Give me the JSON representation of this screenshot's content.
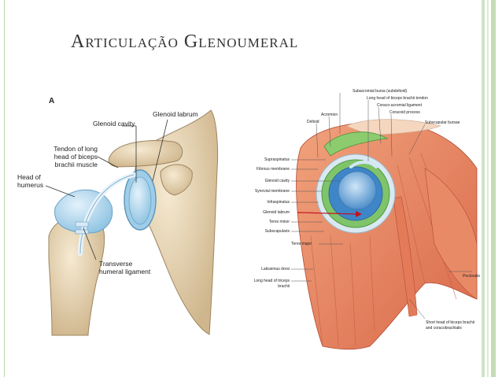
{
  "slide": {
    "title": "Articulação Glenoumeral",
    "accent_color": "#b9d6a8"
  },
  "figure_a": {
    "panel_letter": "A",
    "labels": {
      "glenoid_labrum": "Glenoid labrum",
      "glenoid_cavity": "Glenoid cavity",
      "tendon_line1": "Tendon of long",
      "tendon_line2": "head of biceps",
      "tendon_line3": "brachii muscle",
      "head_line1": "Head of",
      "head_line2": "humerus",
      "transverse_line1": "Transverse",
      "transverse_line2": "humeral ligament"
    }
  },
  "figure_b": {
    "labels": {
      "subacromial_bursa": "Subacromial bursa (subdeltoid)",
      "long_head_biceps_tendon": "Long head of biceps brachii tendon",
      "coraco_acromial_ligament": "Coraco-acromial ligament",
      "coracoid_process": "Coracoid process",
      "acromion": "Acromion",
      "deltoid": "Deltoid",
      "subscapular_bursae": "Subscapular bursae",
      "supraspinatus": "Supraspinatus",
      "fibrous_membrane": "Fibrous membrane",
      "glenoid_cavity": "Glenoid cavity",
      "synovial_membrane": "Synovial membrane",
      "infraspinatus": "Infraspinatus",
      "glenoid_labrum": "Glenoid labrum",
      "teres_minor": "Teres minor",
      "subscapularis": "Subscapularis",
      "teres_major": "Teres major",
      "latissimus_dorsi": "Latissimus dorsi",
      "long_head_triceps_1": "Long head of triceps",
      "long_head_triceps_2": "brachii",
      "pectoralis": "Pectoralis",
      "short_head_1": "Short head of biceps brachii",
      "short_head_2": "and coracobrachialis"
    }
  }
}
